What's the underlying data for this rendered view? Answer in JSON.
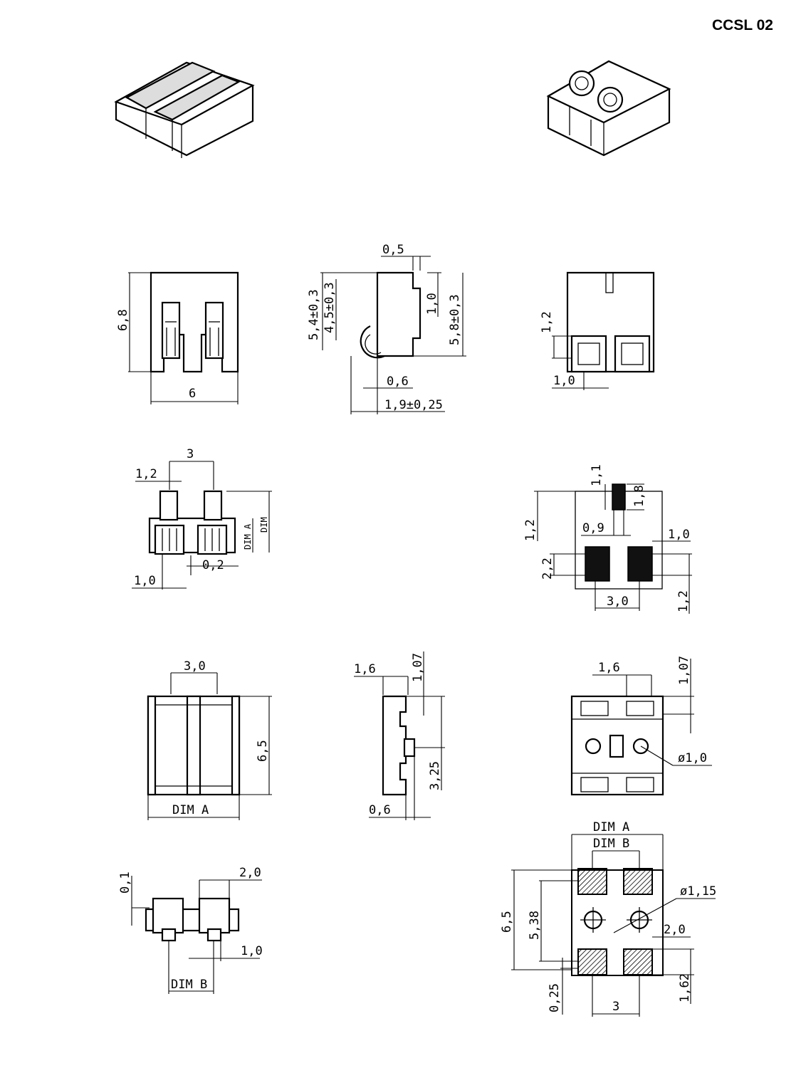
{
  "title": "CCSL 02",
  "side_view_a": {
    "height": "6,8",
    "width": "6"
  },
  "profile": {
    "top_gap": "0,5",
    "total_height": "5,4±0,3",
    "body_height": "4,5±0,3",
    "offset": "1,0",
    "right_height": "5,8±0,3",
    "gap_small": "0,6",
    "base_width": "1,9±0,25"
  },
  "side_view_b": {
    "height": "1,2",
    "pitch_w": "1,0"
  },
  "front_view": {
    "pitch": "3",
    "slot": "1,2",
    "dim_a": "DIM A",
    "dim": "DIM",
    "gap": "0,2",
    "foot": "1,0"
  },
  "footprint_small": {
    "w1": "1,1",
    "w2": "1,8",
    "height_left": "1,2",
    "gap": "0,9",
    "right": "1,0",
    "pad_h": "2,2",
    "pitch": "3,0",
    "bottom": "1,2"
  },
  "top_view": {
    "pitch": "3,0",
    "height": "6,5",
    "width": "DIM A"
  },
  "side_profile2": {
    "w": "1,6",
    "h": "1,07",
    "mid": "3,25",
    "base": "0,6"
  },
  "bottom_view": {
    "w": "1,6",
    "h": "1,07",
    "hole": "ø1,0"
  },
  "side_small": {
    "t": "0,1",
    "w": "2,0",
    "foot": "1,0",
    "dimb": "DIM B"
  },
  "pcb_layout": {
    "dim_a": "DIM A",
    "dim_b": "DIM B",
    "hole": "ø1,15",
    "height": "6,5",
    "inner_height": "5,38",
    "pad_w": "2,0",
    "gap": "0,25",
    "pitch": "3",
    "pad_h": "1,62"
  }
}
